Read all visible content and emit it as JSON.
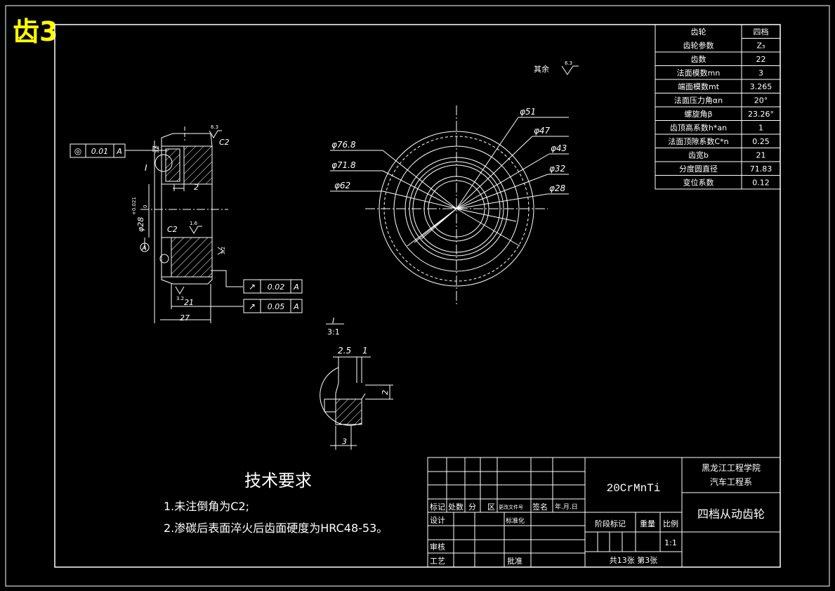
{
  "corner_title": "齿3",
  "roughness_note": {
    "label": "其余",
    "value": "6.3"
  },
  "section_view": {
    "chamfer_top": "C2",
    "chamfer_bottom": "C2",
    "roughness_top": "6.3",
    "roughness_bore": "1.6",
    "roughness_face": "3.2",
    "roughness_left": "3.2",
    "roughness_bottom": "3.2",
    "bore_dim": "φ28",
    "bore_tol_upper": "+0.021",
    "bore_tol_lower": "0",
    "groove_dim": "2",
    "width_dim": "21",
    "overall_dim": "27",
    "detail_marker": "I",
    "datum": "A",
    "gdt_top": {
      "symbol": "◎",
      "value": "0.01",
      "datum": "A"
    },
    "gdt_mid": {
      "symbol": "↗",
      "value": "0.02",
      "datum": "A"
    },
    "gdt_bot": {
      "symbol": "↗",
      "value": "0.05",
      "datum": "A"
    }
  },
  "front_view": {
    "left_dims": [
      "φ76.8",
      "φ71.8",
      "φ62"
    ],
    "right_dims": [
      "φ51",
      "φ47",
      "φ43",
      "φ32",
      "φ28"
    ]
  },
  "detail_view": {
    "label": "I",
    "scale": "3:1",
    "dim_top_a": "2.5",
    "dim_top_b": "1",
    "dim_side": "2",
    "dim_bottom": "3"
  },
  "params_table": {
    "rows": [
      [
        "齿轮",
        "四档"
      ],
      [
        "齿轮参数",
        "Z₃"
      ],
      [
        "齿数",
        "22"
      ],
      [
        "法面模数mn",
        "3"
      ],
      [
        "端面模数mt",
        "3.265"
      ],
      [
        "法面压力角αn",
        "20°"
      ],
      [
        "螺旋角β",
        "23.26°"
      ],
      [
        "齿顶高系数h*an",
        "1"
      ],
      [
        "法面顶隙系数C*n",
        "0.25"
      ],
      [
        "齿宽b",
        "21"
      ],
      [
        "分度圆直径",
        "71.83"
      ],
      [
        "变位系数",
        "0.12"
      ]
    ]
  },
  "tech_req": {
    "title": "技术要求",
    "items": [
      "1.未注倒角为C2;",
      "2.渗碳后表面淬火后齿面硬度为HRC48-53。"
    ]
  },
  "title_block": {
    "material": "20CrMnTi",
    "school": "黑龙江工程学院",
    "department": "汽车工程系",
    "part_name": "四档从动齿轮",
    "headers": [
      "标记",
      "处数",
      "分",
      "区",
      "更改文件号",
      "签名",
      "年.月.日"
    ],
    "design": "设计",
    "standardize": "标准化",
    "review": "审核",
    "process": "工艺",
    "approve": "批准",
    "stage_mark": "阶段标记",
    "weight": "重量",
    "ratio": "比例",
    "scale": "1:1",
    "sheets": "共13张 第3张"
  }
}
